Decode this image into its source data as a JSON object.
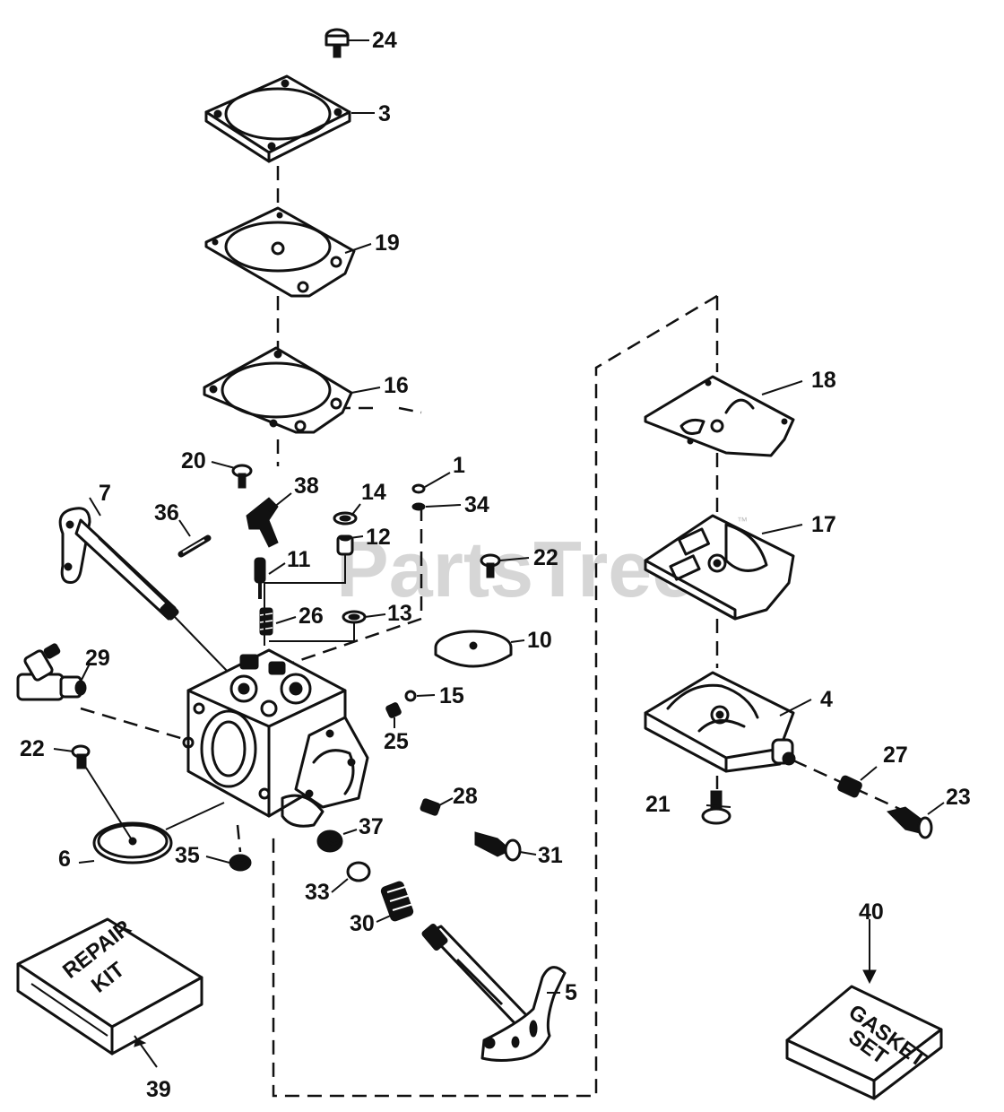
{
  "watermark": "PartsTree",
  "trademark": "™",
  "labels": {
    "p1": "1",
    "p3": "3",
    "p4": "4",
    "p5": "5",
    "p6": "6",
    "p7": "7",
    "p10": "10",
    "p11": "11",
    "p12": "12",
    "p13": "13",
    "p14": "14",
    "p15": "15",
    "p16": "16",
    "p17": "17",
    "p18": "18",
    "p19": "19",
    "p20": "20",
    "p21": "21",
    "p22a": "22",
    "p22b": "22",
    "p23": "23",
    "p24": "24",
    "p25": "25",
    "p26": "26",
    "p27": "27",
    "p28": "28",
    "p29": "29",
    "p30": "30",
    "p31": "31",
    "p33": "33",
    "p34": "34",
    "p35": "35",
    "p36": "36",
    "p37": "37",
    "p38": "38",
    "p39": "39",
    "p40": "40"
  },
  "repair_kit": {
    "line1": "REPAIR",
    "line2": "KIT"
  },
  "gasket_set": {
    "line1": "GASKET",
    "line2": "SET"
  }
}
